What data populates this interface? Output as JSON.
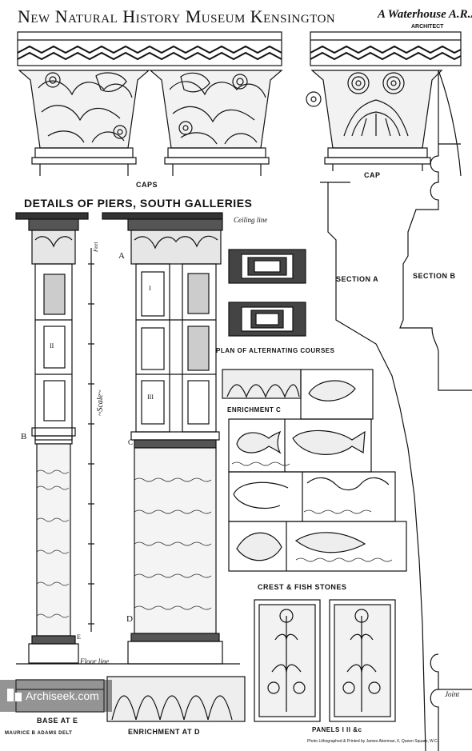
{
  "header": {
    "title": "New Natural History Museum Kensington",
    "signature": "A Waterhouse A.R.A.",
    "architect": "ARCHITECT"
  },
  "labels": {
    "caps": "CAPS",
    "cap": "CAP",
    "details": "DETAILS OF PIERS, SOUTH GALLERIES",
    "ceiling_line": "Ceiling line",
    "section_a": "SECTION A",
    "section_b": "SECTION B",
    "plan": "PLAN OF ALTERNATING COURSES",
    "enrichment_c": "ENRICHMENT C",
    "crest_fish": "CREST & FISH STONES",
    "floor_line": "Floor line",
    "joint": "Joint",
    "scale": "~Scale~",
    "feet": "Feet",
    "base_at_e": "BASE AT E",
    "enrichment_at_d": "ENRICHMENT AT D",
    "panels": "PANELS I II &c",
    "delineator": "MAURICE B ADAMS DELT",
    "printer": "Photo Lithographed & Printed by James Akerman, 6, Queen Square, W.C."
  },
  "markers": {
    "a": "A",
    "b": "B",
    "c": "C",
    "d": "D",
    "e": "E",
    "i": "I",
    "ii": "II",
    "iii": "III"
  },
  "watermark": {
    "text": "Archiseek.com",
    "icon": "archiseek-logo-icon"
  }
}
